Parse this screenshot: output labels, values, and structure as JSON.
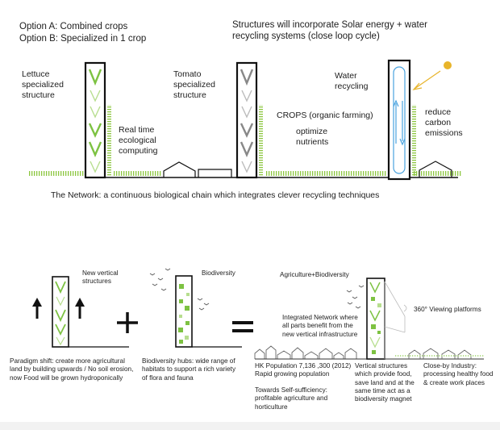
{
  "options": {
    "a": "Option A: Combined crops",
    "b": "Option B: Specialized in 1 crop"
  },
  "structures_note": "Structures will incorporate Solar energy + water\nrecycling  systems (close loop cycle)",
  "top_labels": {
    "lettuce": "Lettuce\nspecialized\nstructure",
    "tomato": "Tomato\nspecialized\nstructure",
    "water": "Water\nrecycling",
    "computing": "Real time\necological\ncomputing",
    "crops": "CROPS (organic farming)",
    "nutrients": "optimize\nnutrients",
    "carbon": "reduce\ncarbon\nemissions"
  },
  "network_caption": "The Network:  a continuous biological chain which integrates clever recycling techniques",
  "bottom": {
    "new_vertical": "New vertical\nstructures",
    "paradigm": "Paradigm shift: create more agricultural\nland by building upwards / No soil erosion,\nnow Food will be grown hydroponically",
    "plus": "+",
    "biodiversity": "Biodiversity",
    "hubs": "Biodiversity hubs: wide range of\nhabitats to support a rich variety\nof flora and fauna",
    "equals": "=",
    "agri_bio": "Agriculture+Biodiversity",
    "integrated": "Integrated Network where\nall parts benefit from the\nnew vertical infrastructure",
    "viewing": "360° Viewing platforms",
    "hk": "HK Population 7,136 ,300  (2012)\nRapid growing population",
    "self_suff": "Towards Self-sufficiency:\nprofitable agriculture and\nhorticulture",
    "vertical_food": "Vertical structures\nwhich provide food,\nsave land and at the\nsame time act as a\nbiodiversity magnet",
    "industry": "Close-by Industry:\nprocessing healthy food\n& create work places"
  },
  "colors": {
    "green": "#7dc242",
    "light_green": "#b7de8f",
    "sun": "#e8b42a",
    "water": "#4aa3df",
    "black": "#111111"
  }
}
